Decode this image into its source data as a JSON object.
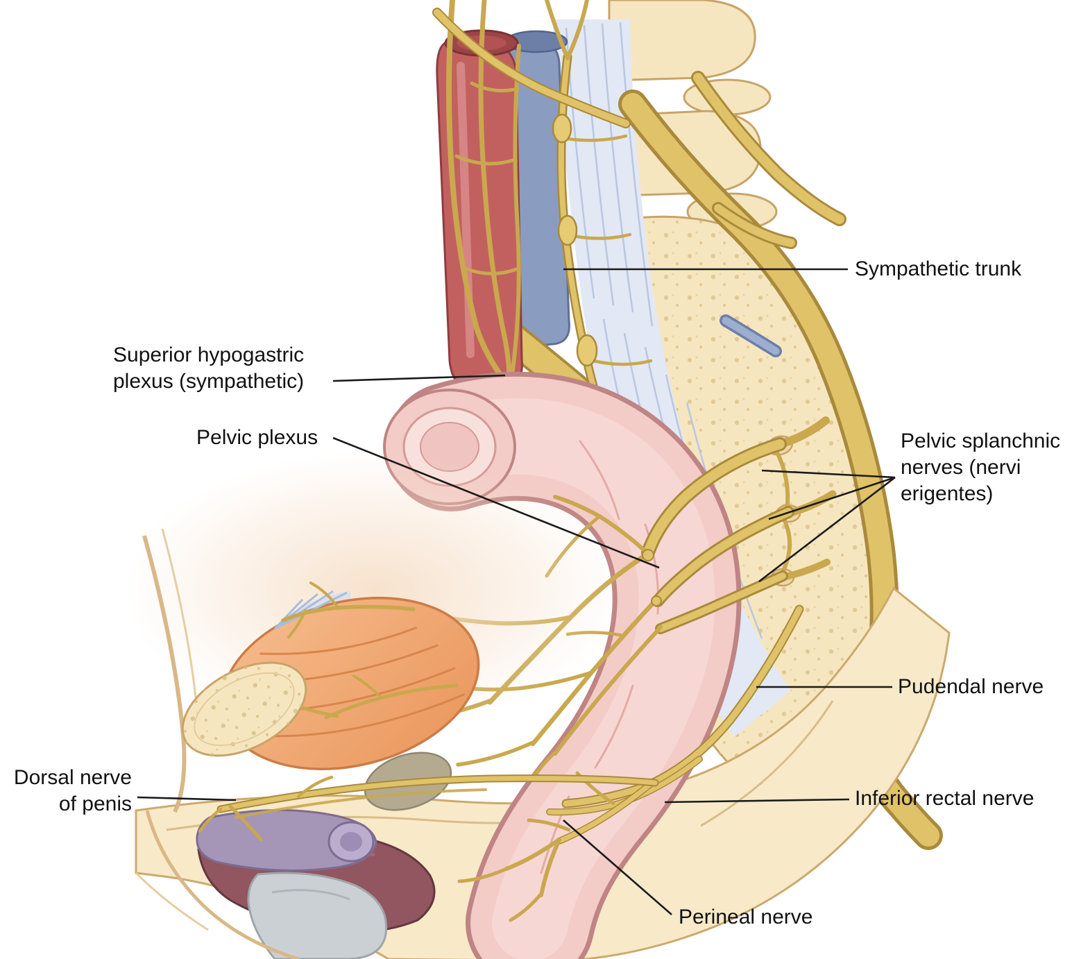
{
  "figure": {
    "labels": {
      "sympathetic_trunk": "Sympathetic trunk",
      "superior_hypogastric_plexus": "Superior hypogastric\nplexus (sympathetic)",
      "pelvic_plexus": "Pelvic plexus",
      "pelvic_splanchnic_nerves": "Pelvic splanchnic\nnerves (nervi\nerigentes)",
      "pudendal_nerve": "Pudendal nerve",
      "dorsal_nerve_of_penis": "Dorsal nerve\nof penis",
      "inferior_rectal_nerve": "Inferior rectal nerve",
      "perineal_nerve": "Perineal nerve"
    },
    "colors": {
      "nerve_yellow": "#e0c268",
      "nerve_outline": "#a98a3c",
      "bone_cream": "#f6e6c0",
      "bone_outline": "#c8a468",
      "artery_red": "#c2605f",
      "vein_blue": "#8a9cc0",
      "rectum_pink": "#f3cbc7",
      "bladder_orange": "#f2a771",
      "fascia_blue": "#e2e8f4",
      "body_tan": "#f8e9c9",
      "label_text": "#111111",
      "leader_line": "#1a1a1a",
      "background": "#ffffff"
    }
  }
}
